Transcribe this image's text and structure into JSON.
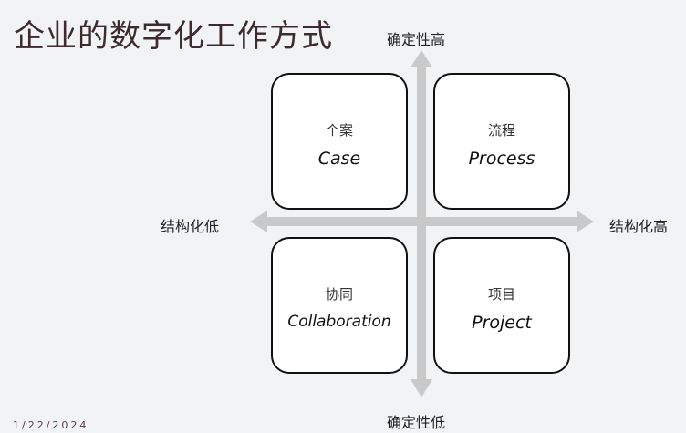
{
  "title": "企业的数字化工作方式",
  "date": "1/22/2024",
  "axes": {
    "top": "确定性高",
    "bottom": "确定性低",
    "left": "结构化低",
    "right": "结构化高"
  },
  "quadrants": [
    {
      "zh": "个案",
      "en": "Case"
    },
    {
      "zh": "流程",
      "en": "Process"
    },
    {
      "zh": "协同",
      "en": "Collaboration"
    },
    {
      "zh": "项目",
      "en": "Project"
    }
  ]
}
